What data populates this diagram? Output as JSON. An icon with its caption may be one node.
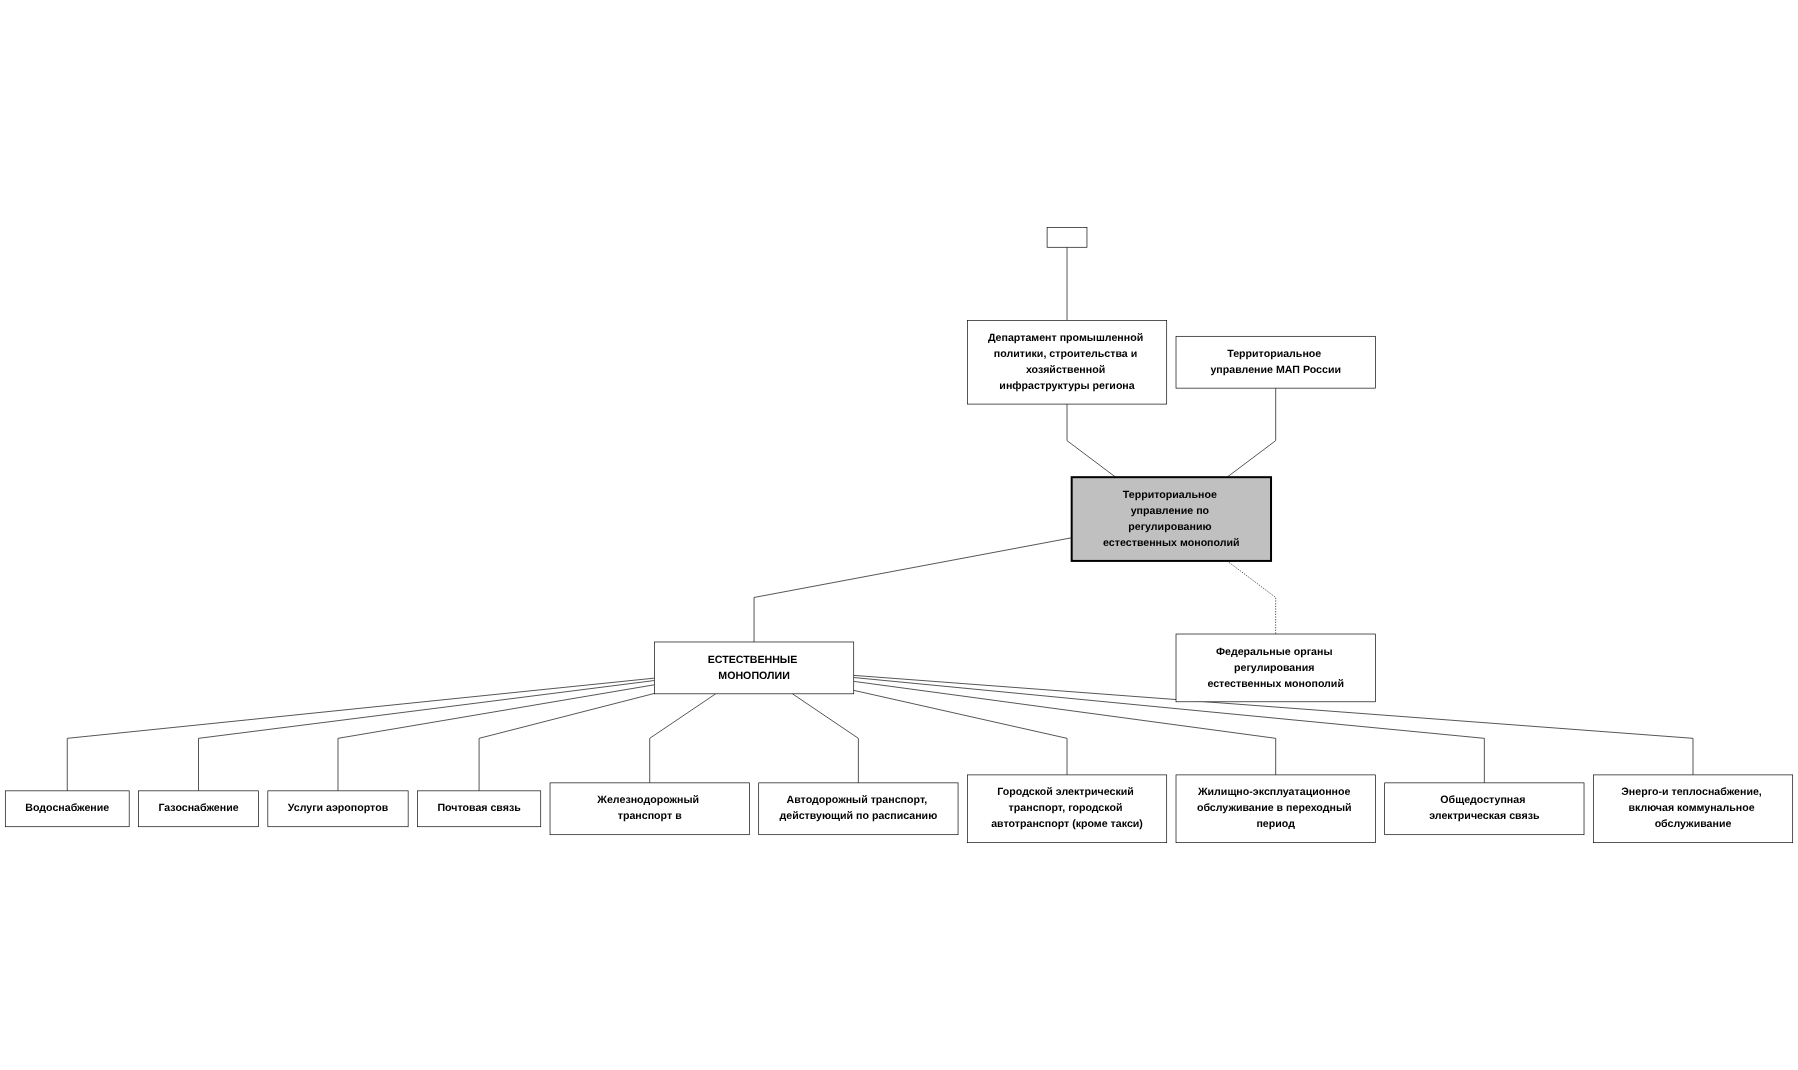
{
  "diagram": {
    "nodes": [
      {
        "text": [],
        "shape": "box"
      },
      {
        "text": [
          "Департамент промышленной политики, строительства и хозяйственной инфраструктуры региона"
        ]
      },
      {
        "text": [
          "Территориальное управление МАП России"
        ]
      },
      {
        "text": [
          "Территориальное управление по регулированию естественных монополий"
        ]
      },
      {
        "text": [
          "Федеральные органы регулирования естественных монополий"
        ]
      },
      {
        "text": [
          "Водоснабжение"
        ]
      },
      {
        "text": [
          "Газоснабжение"
        ]
      },
      {
        "text": [
          "ЕСТЕСТВЕННЫЕ МОНОПОЛИИ"
        ]
      },
      {
        "text": [
          "Услуги аэропортов"
        ]
      },
      {
        "text": [
          "Почтовая связь"
        ]
      },
      {
        "text": [
          "Железнодорожный транспорт в"
        ]
      },
      {
        "text": [
          "Автодорожный транспорт, действующий по расписанию"
        ]
      },
      {
        "text": [
          "Городской электрический транспорт, городской автотранспорт (кроме такси)"
        ]
      },
      {
        "text": [
          "Жилищно-эксплуатационное обслуживание в переходный период"
        ]
      },
      {
        "text": [
          "Общедоступная электрическая связь"
        ]
      },
      {
        "text": [
          "Энерго-и теплоснабжение, включая коммунальное обслуживание"
        ]
      }
    ],
    "edges": [
      {
        "from": 0,
        "to": 1,
        "arrow": "none"
      },
      {
        "from": 1,
        "to": 3,
        "arrow": "none"
      },
      {
        "from": 2,
        "to": 3,
        "arrow": "none"
      },
      {
        "from": 3,
        "to": 4,
        "arrow": "none",
        "style": "dashed"
      },
      {
        "from": 3,
        "to": 7,
        "arrow": "none"
      },
      {
        "from": 7,
        "to": 5,
        "arrow": "none"
      },
      {
        "from": 7,
        "to": 6,
        "arrow": "none"
      },
      {
        "from": 7,
        "to": 8,
        "arrow": "none"
      },
      {
        "from": 7,
        "to": 9,
        "arrow": "none"
      },
      {
        "from": 7,
        "to": 10,
        "arrow": "none"
      },
      {
        "from": 7,
        "to": 11,
        "arrow": "none"
      },
      {
        "from": 7,
        "to": 12,
        "arrow": "none"
      },
      {
        "from": 7,
        "to": 13,
        "arrow": "none"
      },
      {
        "from": 7,
        "to": 14,
        "arrow": "none"
      },
      {
        "from": 7,
        "to": 15,
        "arrow": "none"
      }
    ]
  }
}
